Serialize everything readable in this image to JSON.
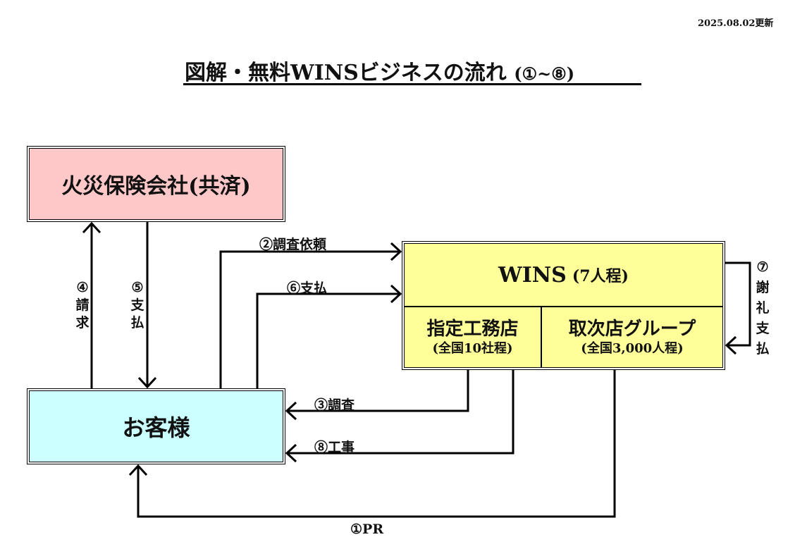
{
  "updated": "2025.08.02更新",
  "title": {
    "main": "図解・無料WINSビジネスの流れ",
    "range": "(①~⑧)"
  },
  "nodes": {
    "insurer": {
      "label": "火災保険会社(共済)",
      "color": "#ffc8c8"
    },
    "customer": {
      "label": "お客様",
      "color": "#ccffff"
    },
    "wins": {
      "label": "WINS",
      "sub": "(7人程)",
      "color": "#ffff99",
      "contractor": {
        "label": "指定工務店",
        "sub": "(全国10社程)"
      },
      "agent_group": {
        "label": "取次店グループ",
        "sub": "(全国3,000人程)"
      }
    }
  },
  "flows": {
    "f1": "①PR",
    "f2": "②調査依頼",
    "f3": "③調査",
    "f4": {
      "num": "④",
      "chars": [
        "請",
        "求"
      ]
    },
    "f5": {
      "num": "⑤",
      "chars": [
        "支",
        "払"
      ]
    },
    "f6": "⑥支払",
    "f7": {
      "num": "⑦",
      "chars": [
        "謝",
        "礼",
        "支",
        "払"
      ]
    },
    "f8": "⑧工事"
  }
}
